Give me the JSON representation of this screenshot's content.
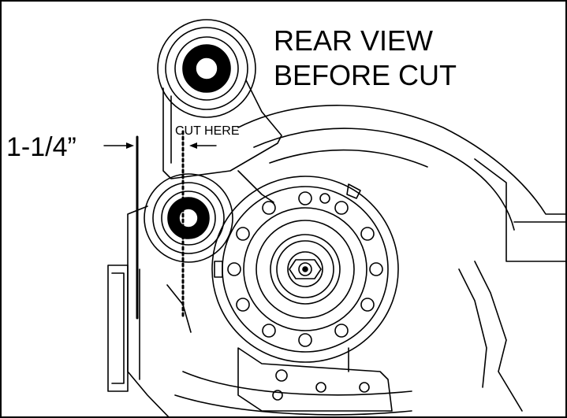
{
  "title": {
    "line1": "REAR VIEW",
    "line2": "BEFORE CUT"
  },
  "annotations": {
    "cut_label": "CUT HERE",
    "measurement_label": "1-1/4”"
  },
  "colors": {
    "line": "#000000",
    "background": "#ffffff"
  }
}
